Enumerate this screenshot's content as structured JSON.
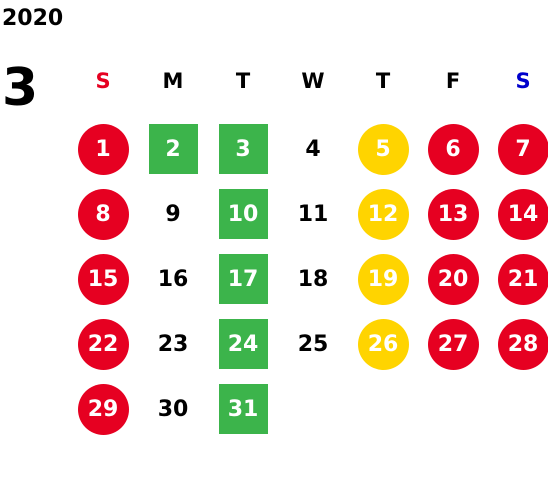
{
  "year": "2020",
  "month": "3",
  "weekdays": [
    {
      "label": "S",
      "color": "#e60021"
    },
    {
      "label": "M",
      "color": "#000000"
    },
    {
      "label": "T",
      "color": "#000000"
    },
    {
      "label": "W",
      "color": "#000000"
    },
    {
      "label": "T",
      "color": "#000000"
    },
    {
      "label": "F",
      "color": "#000000"
    },
    {
      "label": "S",
      "color": "#0000cc"
    }
  ],
  "day_styles": {
    "red": "#e60021",
    "yellow": "#ffd400",
    "green": "#3cb44b"
  },
  "days": [
    {
      "day": "1",
      "style": "red"
    },
    {
      "day": "2",
      "style": "green"
    },
    {
      "day": "3",
      "style": "green"
    },
    {
      "day": "4",
      "style": "plain"
    },
    {
      "day": "5",
      "style": "yellow"
    },
    {
      "day": "6",
      "style": "red"
    },
    {
      "day": "7",
      "style": "red"
    },
    {
      "day": "8",
      "style": "red"
    },
    {
      "day": "9",
      "style": "plain"
    },
    {
      "day": "10",
      "style": "green"
    },
    {
      "day": "11",
      "style": "plain"
    },
    {
      "day": "12",
      "style": "yellow"
    },
    {
      "day": "13",
      "style": "red"
    },
    {
      "day": "14",
      "style": "red"
    },
    {
      "day": "15",
      "style": "red"
    },
    {
      "day": "16",
      "style": "plain"
    },
    {
      "day": "17",
      "style": "green"
    },
    {
      "day": "18",
      "style": "plain"
    },
    {
      "day": "19",
      "style": "yellow"
    },
    {
      "day": "20",
      "style": "red"
    },
    {
      "day": "21",
      "style": "red"
    },
    {
      "day": "22",
      "style": "red"
    },
    {
      "day": "23",
      "style": "plain"
    },
    {
      "day": "24",
      "style": "green"
    },
    {
      "day": "25",
      "style": "plain"
    },
    {
      "day": "26",
      "style": "yellow"
    },
    {
      "day": "27",
      "style": "red"
    },
    {
      "day": "28",
      "style": "red"
    },
    {
      "day": "29",
      "style": "red"
    },
    {
      "day": "30",
      "style": "plain"
    },
    {
      "day": "31",
      "style": "green"
    }
  ]
}
